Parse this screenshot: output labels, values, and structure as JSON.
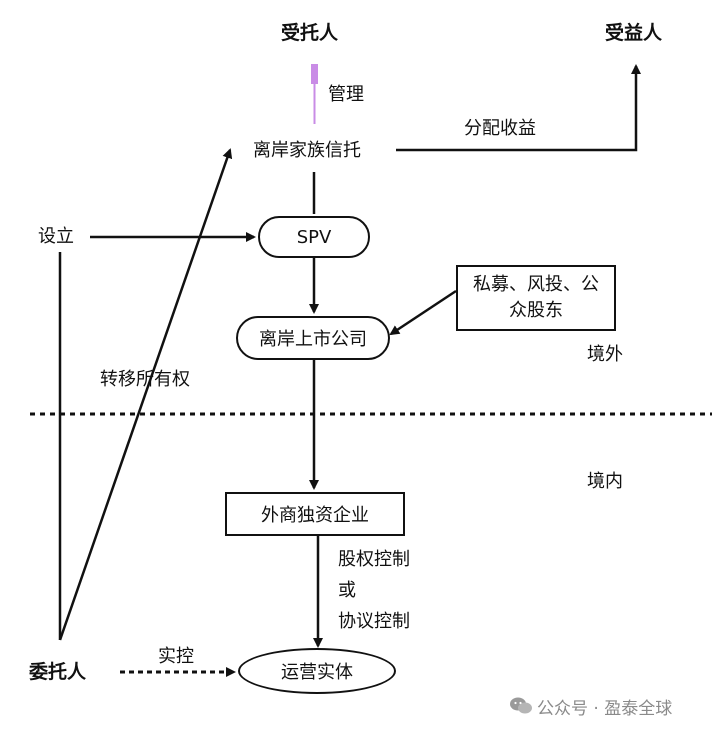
{
  "nodes": {
    "trustee": "受托人",
    "beneficiary": "受益人",
    "offshore_trust": "离岸家族信托",
    "spv": "SPV",
    "listed_company": "离岸上市公司",
    "investors": "私募、风投、公\n众股东",
    "wfoe": "外商独资企业",
    "operating_entity": "运营实体",
    "settlor": "委托人",
    "establish": "设立"
  },
  "edge_labels": {
    "manage": "管理",
    "distribute": "分配收益",
    "transfer": "转移所有权",
    "equity_control": "股权控制\n或\n协议控制",
    "actual_control": "实控"
  },
  "regions": {
    "offshore": "境外",
    "onshore": "境内"
  },
  "watermark": {
    "text": "公众号 · 盈泰全球",
    "icon": "wechat-icon"
  },
  "colors": {
    "manage_marker": "#c98ce6",
    "line": "#111111",
    "watermark": "#8a8a8a"
  }
}
